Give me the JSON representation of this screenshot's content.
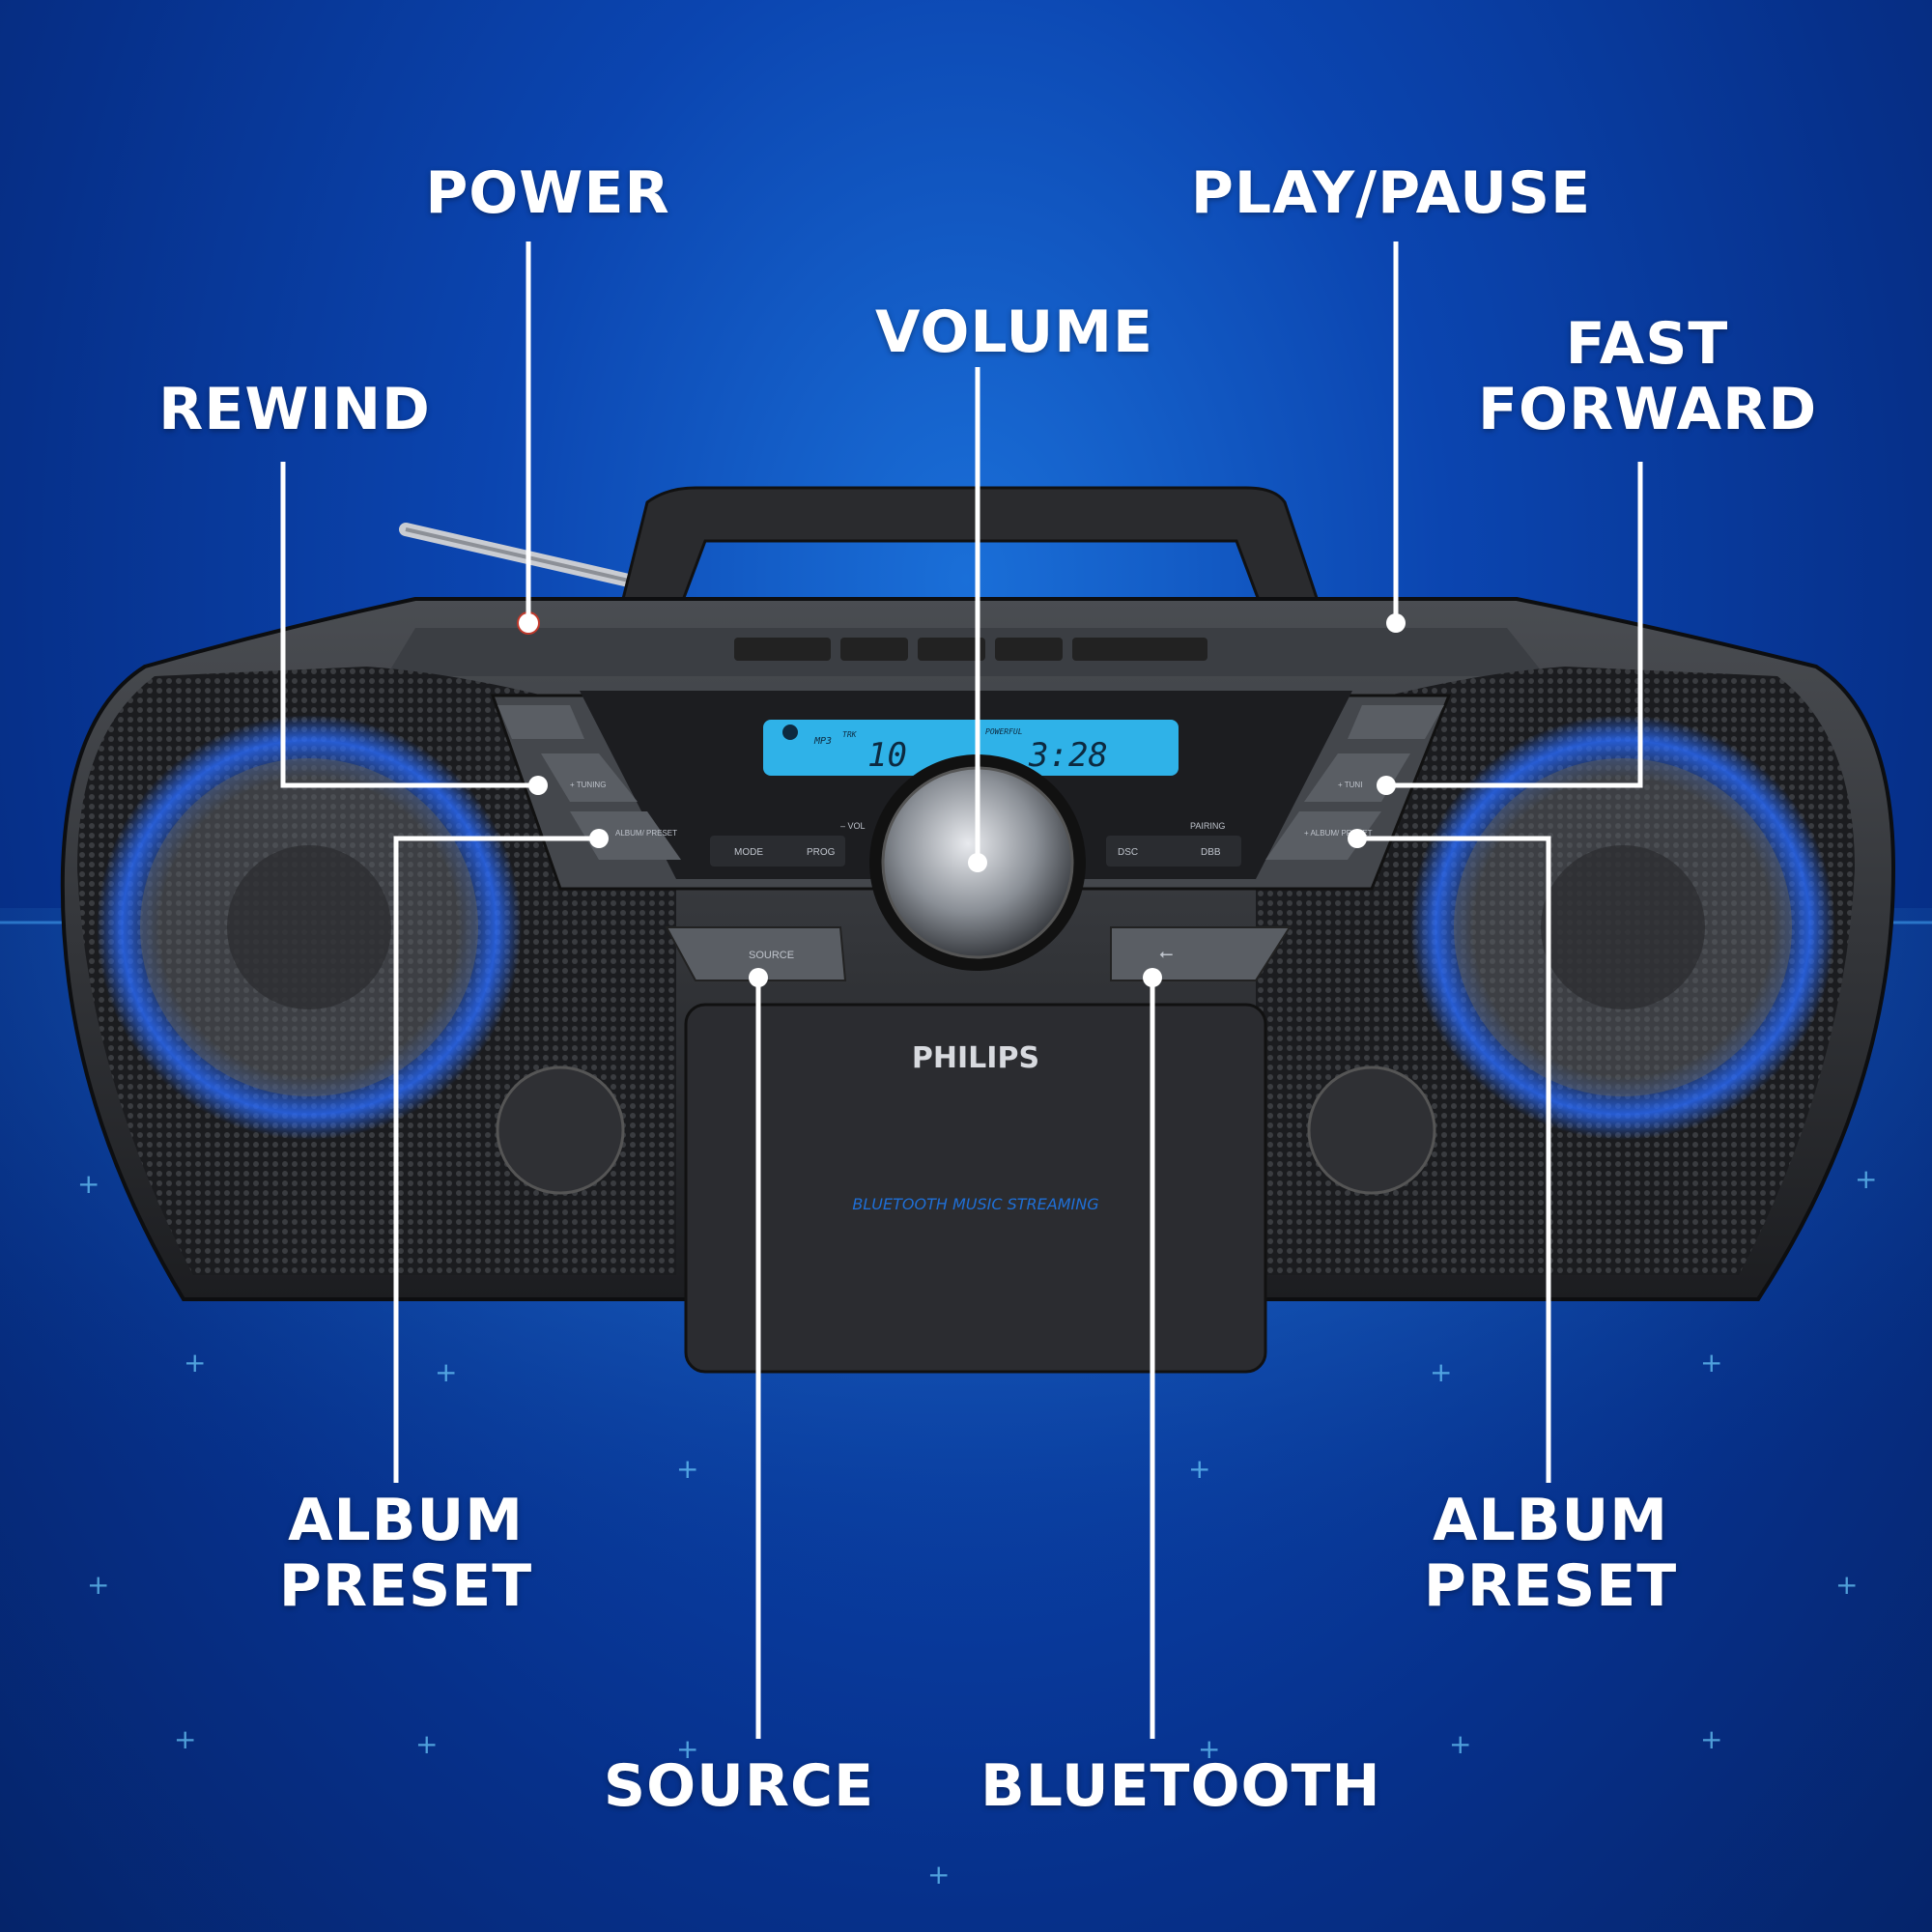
{
  "callouts": {
    "power": "POWER",
    "play_pause": "PLAY/PAUSE",
    "volume": "VOLUME",
    "rewind": "REWIND",
    "fast_forward": "FAST\nFORWARD",
    "album_preset_left": "ALBUM\nPRESET",
    "album_preset_right": "ALBUM\nPRESET",
    "source": "SOURCE",
    "bluetooth": "BLUETOOTH"
  },
  "device": {
    "brand": "PHILIPS",
    "feature_text": "BLUETOOTH MUSIC STREAMING",
    "display": {
      "format": "MP3",
      "track_label": "TRK",
      "track": "10",
      "mode_badge": "POWERFUL",
      "time": "3:28"
    },
    "panel_labels": {
      "mode": "MODE",
      "prog": "PROG",
      "vol": "– VOL",
      "pairing": "PAIRING",
      "dsc": "DSC",
      "dbb": "DBB",
      "source": "SOURCE",
      "tuning_left": "+ TUNING",
      "tuning_right": "+ TUNI",
      "album_preset_left": "ALBUM/ PRESET",
      "album_preset_right": "+ ALBUM/ PRESET"
    }
  },
  "colors": {
    "background": "#0b45b0",
    "callout_text": "#ffffff",
    "display": "#2fb2e8",
    "speaker_glow": "#2a6cff"
  }
}
